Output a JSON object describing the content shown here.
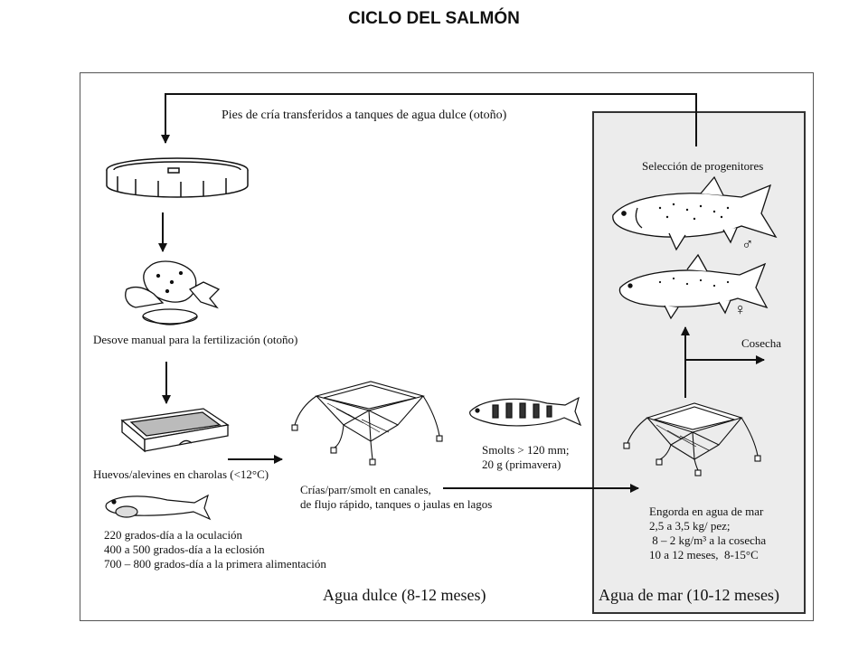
{
  "title": "CICLO DEL SALMÓN",
  "labels": {
    "broodstock_transfer": "Pies de cría transferidos a tanques de agua dulce (otoño)",
    "broodstock_selection": "Selección de progenitores",
    "harvest": "Cosecha",
    "stripping": "Desove manual para la fertilización (otoño)",
    "eggs_trays": "Huevos/alevines en charolas (<12°C)",
    "smolts": "Smolts > 120 mm;\n20 g (primavera)",
    "fry_parr": "Crías/parr/smolt en canales,\nde flujo rápido, tanques o jaulas en lagos",
    "degree_days": "220 grados-día a la oculación\n400 a 500 grados-día a la eclosión\n700 – 800 grados-día a la primera alimentación",
    "grow_out": "Engorda en agua de mar\n2,5 a 3,5 kg/ pez;\n 8 – 2 kg/m³ a la cosecha\n10 a 12 meses,  8-15°C",
    "freshwater": "Agua dulce (8-12 meses)",
    "seawater": "Agua de mar (10-12 meses)"
  },
  "symbols": {
    "male": "♂",
    "female": "♀"
  },
  "icons": [
    "tank-icon",
    "hands-fish-icon",
    "egg-tray-icon",
    "alevin-icon",
    "net-cage-icon",
    "smolt-icon",
    "male-salmon-icon",
    "female-salmon-icon"
  ],
  "colors": {
    "ink": "#111111",
    "panel": "#ececec",
    "frame": "#555555"
  }
}
